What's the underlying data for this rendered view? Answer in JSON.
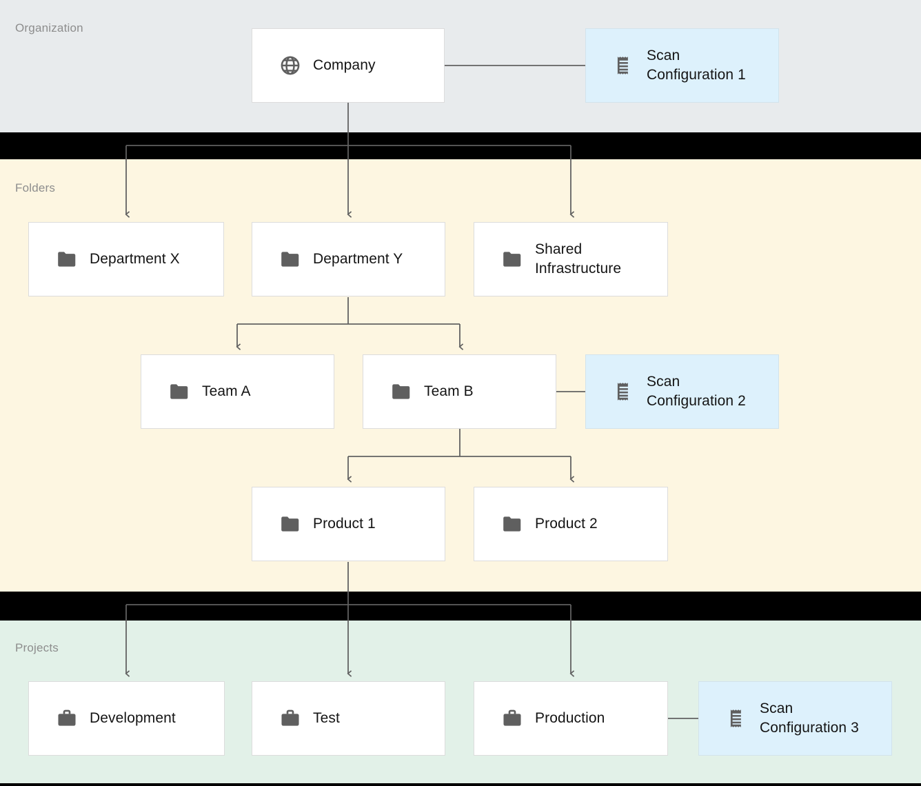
{
  "diagram": {
    "title": "Organization / Folders / Projects hierarchy with scan configurations",
    "type": "hierarchy-tree",
    "colors": {
      "organization_band": "#e8ebed",
      "folders_band": "#fdf6e1",
      "projects_band": "#e2f1e8",
      "divider_band": "#000000",
      "node_fill": "#ffffff",
      "node_border": "#dcdcdc",
      "scan_config_fill": "#ddf1fc",
      "scan_config_border": "#d2e3ec",
      "connector_line": "#616161",
      "band_label_text": "#8d8d8d",
      "node_label_text": "#141414",
      "icon": "#5f5f5f"
    }
  },
  "sections": [
    {
      "id": "organization",
      "label": "Organization"
    },
    {
      "id": "folders",
      "label": "Folders"
    },
    {
      "id": "projects",
      "label": "Projects"
    }
  ],
  "nodes": {
    "company": {
      "label": "Company",
      "icon": "globe-icon",
      "section": "organization"
    },
    "scan_config_1": {
      "label": "Scan\nConfiguration 1",
      "icon": "receipt-icon",
      "section": "organization"
    },
    "department_x": {
      "label": "Department X",
      "icon": "folder-icon",
      "section": "folders"
    },
    "department_y": {
      "label": "Department Y",
      "icon": "folder-icon",
      "section": "folders"
    },
    "shared_infra": {
      "label": "Shared\nInfrastructure",
      "icon": "folder-icon",
      "section": "folders"
    },
    "team_a": {
      "label": "Team A",
      "icon": "folder-icon",
      "section": "folders"
    },
    "team_b": {
      "label": "Team B",
      "icon": "folder-icon",
      "section": "folders"
    },
    "scan_config_2": {
      "label": "Scan\nConfiguration 2",
      "icon": "receipt-icon",
      "section": "folders"
    },
    "product_1": {
      "label": "Product 1",
      "icon": "folder-icon",
      "section": "folders"
    },
    "product_2": {
      "label": "Product 2",
      "icon": "folder-icon",
      "section": "folders"
    },
    "development": {
      "label": "Development",
      "icon": "briefcase-icon",
      "section": "projects"
    },
    "test": {
      "label": "Test",
      "icon": "briefcase-icon",
      "section": "projects"
    },
    "production": {
      "label": "Production",
      "icon": "briefcase-icon",
      "section": "projects"
    },
    "scan_config_3": {
      "label": "Scan\nConfiguration 3",
      "icon": "receipt-icon",
      "section": "projects"
    }
  },
  "edges": [
    {
      "from": "company",
      "to": "scan_config_1",
      "style": "plain"
    },
    {
      "from": "company",
      "to": "department_x",
      "style": "arrow"
    },
    {
      "from": "company",
      "to": "department_y",
      "style": "arrow"
    },
    {
      "from": "company",
      "to": "shared_infra",
      "style": "arrow"
    },
    {
      "from": "department_y",
      "to": "team_a",
      "style": "arrow"
    },
    {
      "from": "department_y",
      "to": "team_b",
      "style": "arrow"
    },
    {
      "from": "team_b",
      "to": "scan_config_2",
      "style": "plain"
    },
    {
      "from": "team_b",
      "to": "product_1",
      "style": "arrow"
    },
    {
      "from": "team_b",
      "to": "product_2",
      "style": "arrow"
    },
    {
      "from": "product_1",
      "to": "development",
      "style": "arrow"
    },
    {
      "from": "product_1",
      "to": "test",
      "style": "arrow"
    },
    {
      "from": "product_1",
      "to": "production",
      "style": "arrow"
    },
    {
      "from": "production",
      "to": "scan_config_3",
      "style": "plain"
    }
  ]
}
